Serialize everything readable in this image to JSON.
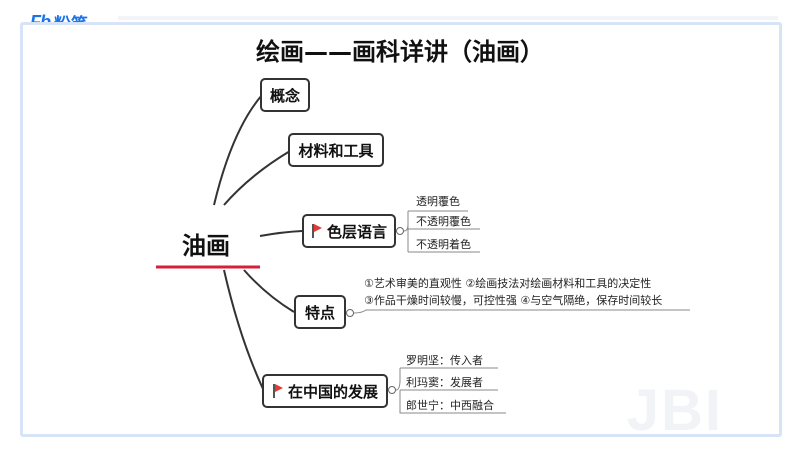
{
  "brand": {
    "mark": "Fb",
    "name": "粉笔",
    "watermark": "JBI"
  },
  "title": "绘画——画科详讲（油画）",
  "root": "油画",
  "branches": {
    "concept": "概念",
    "materials": "材料和工具",
    "color_layer": "色层语言",
    "features": "特点",
    "china": "在中国的发展"
  },
  "color_layer_items": [
    "透明覆色",
    "不透明覆色",
    "不透明着色"
  ],
  "feature_lines": [
    "①艺术审美的直观性 ②绘画技法对绘画材料和工具的决定性",
    "③作品干燥时间较慢，可控性强 ④与空气隔绝，保存时间较长"
  ],
  "china_items": [
    "罗明坚：传入者",
    "利玛窦：发展者",
    "郎世宁：中西融合"
  ],
  "colors": {
    "accent_underline": "#d61f3a",
    "flag": "#e53935",
    "frame": "#d7e3f6",
    "brand": "#1a73e8"
  }
}
